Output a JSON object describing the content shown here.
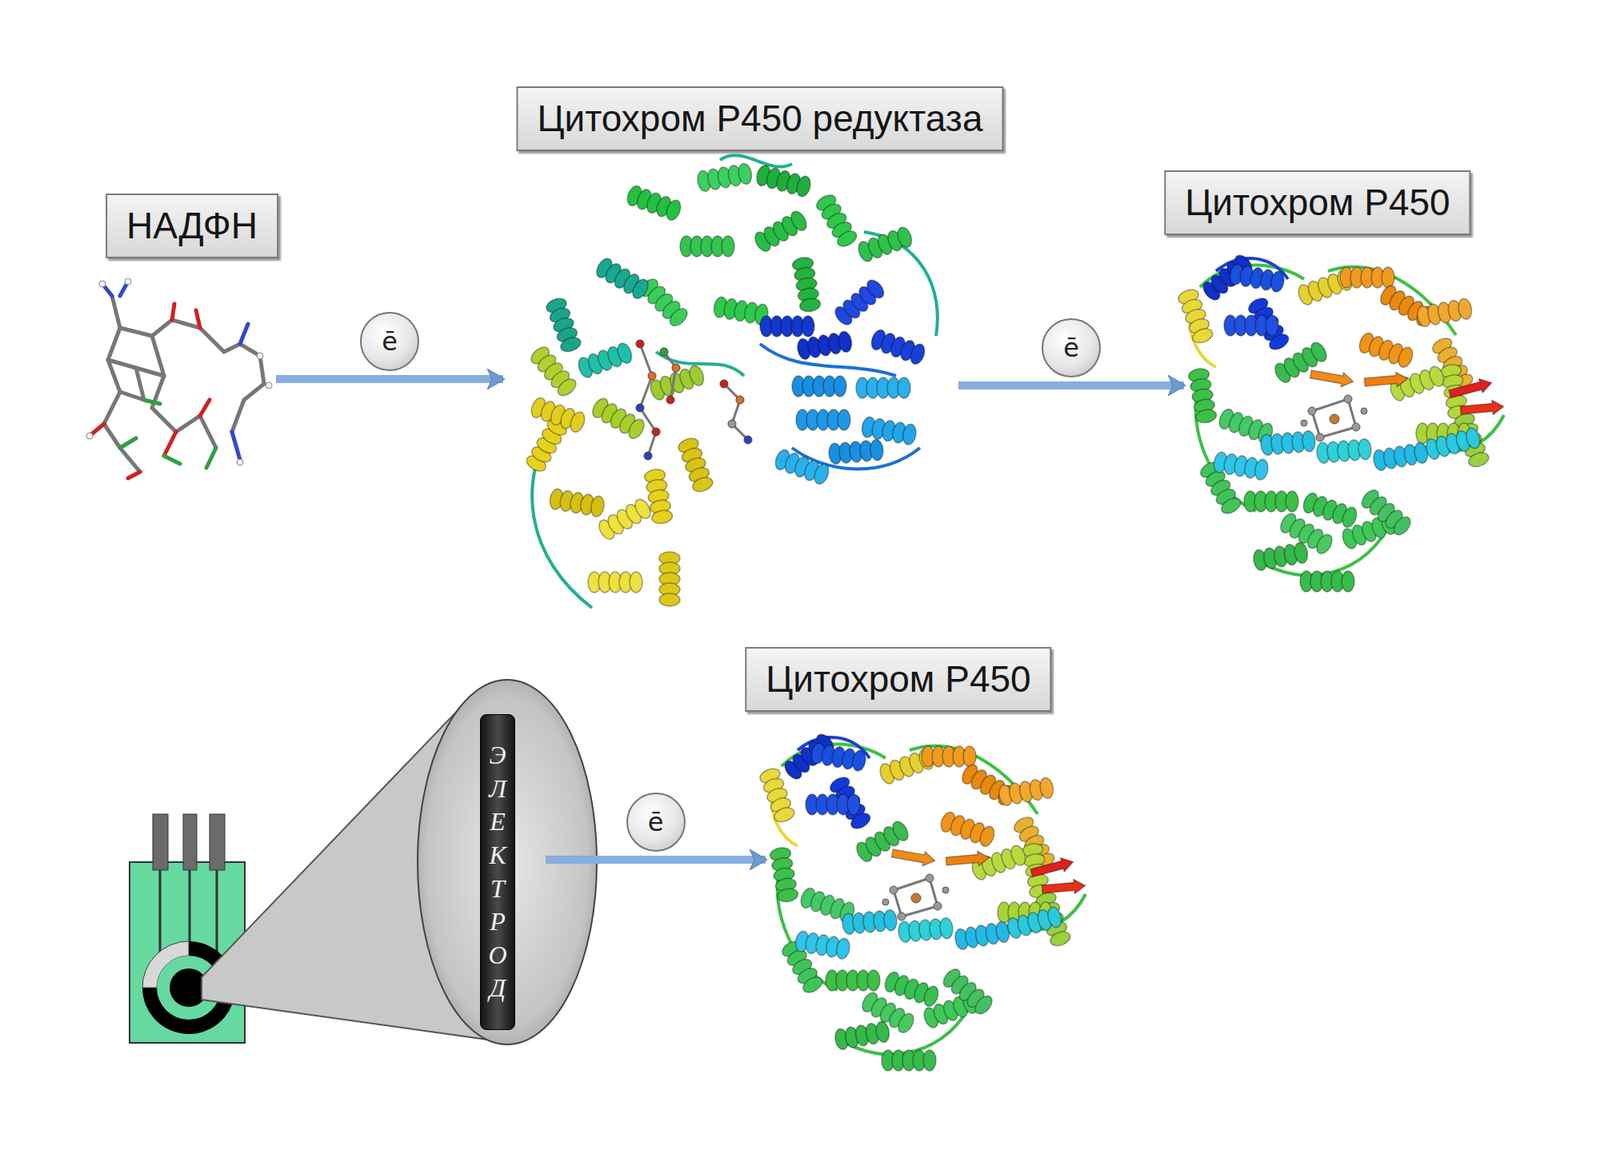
{
  "diagram": {
    "nodes": [
      {
        "text": [
          "НАДФН"
        ]
      },
      {
        "text": [
          "Цитохром P450 редуктаза"
        ]
      },
      {
        "text": [
          "Цитохром P450"
        ]
      },
      {
        "text": [
          "ЭЛЕКТРОД"
        ]
      },
      {
        "text": [
          "Цитохром P450"
        ]
      }
    ],
    "edges": [
      {
        "from": 0,
        "to": 1,
        "label": "ē",
        "arrow": "to"
      },
      {
        "from": 1,
        "to": 2,
        "label": "ē",
        "arrow": "to"
      },
      {
        "from": 3,
        "to": 4,
        "label": "ē",
        "arrow": "to"
      }
    ]
  }
}
